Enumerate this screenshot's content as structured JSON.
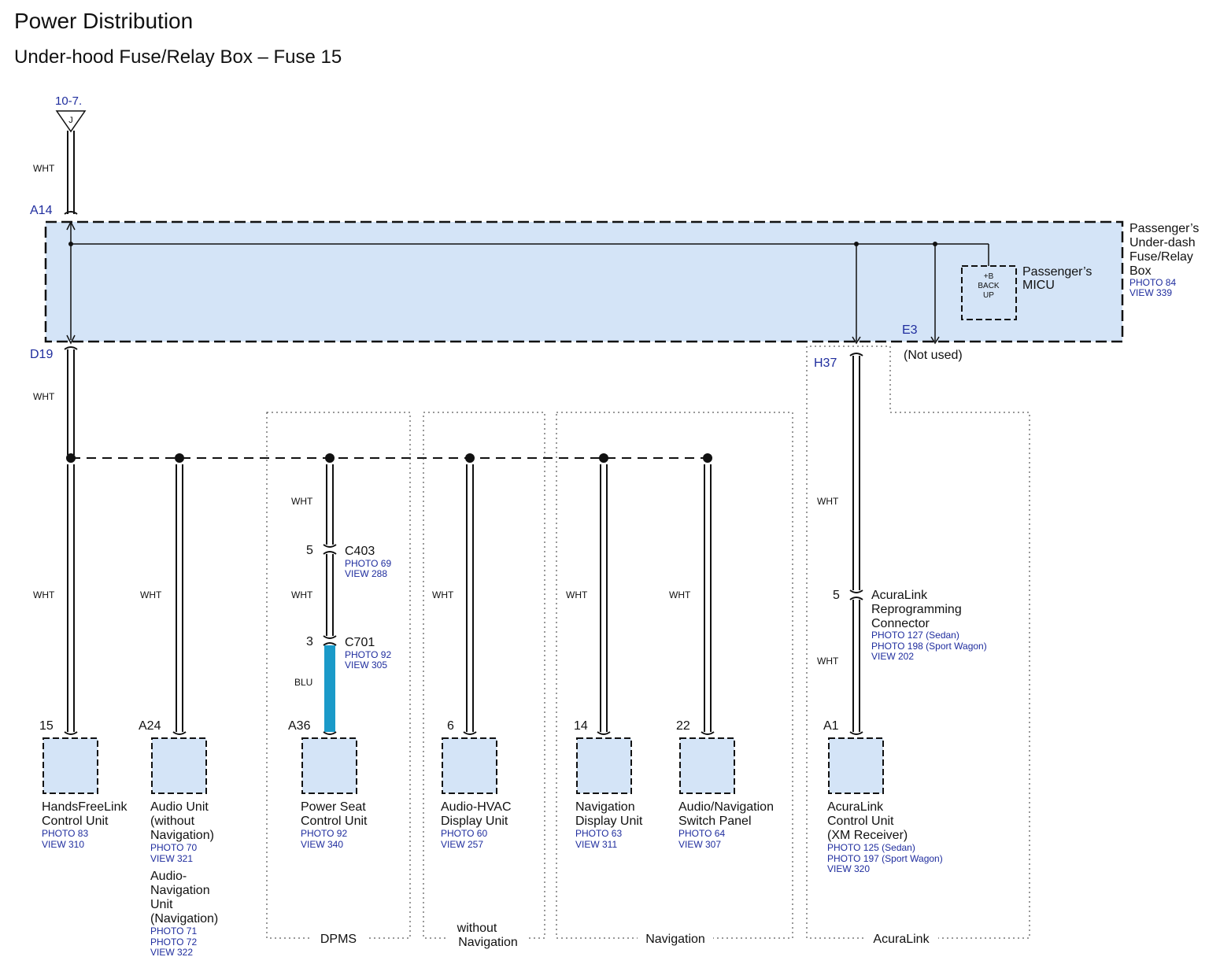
{
  "header": {
    "title": "Power Distribution",
    "subtitle": "Under-hood Fuse/Relay Box – Fuse 15"
  },
  "colors": {
    "box_fill": "#d4e4f7",
    "wire_blue": "#1a9ac9",
    "text_blue": "#1f2d9e",
    "line": "#111111"
  },
  "source": {
    "ref": "10-7.",
    "symbol": "J"
  },
  "wires": {
    "wht": "WHT",
    "blu": "BLU"
  },
  "fuse_box": {
    "name_lines": [
      "Passenger’s",
      "Under-dash",
      "Fuse/Relay",
      "Box"
    ],
    "photo": "PHOTO 84",
    "view": "VIEW 339",
    "pin_in": "A14",
    "pin_out": "D19",
    "pin_e3": "E3",
    "pin_h37": "H37",
    "not_used": "(Not used)"
  },
  "micu": {
    "name_lines": [
      "Passenger’s",
      "MICU"
    ],
    "inner_lines": [
      "+B",
      "BACK",
      "UP"
    ]
  },
  "connectors": {
    "c403": {
      "id": "C403",
      "pin": "5",
      "photo": "PHOTO 69",
      "view": "VIEW 288"
    },
    "c701": {
      "id": "C701",
      "pin": "3",
      "photo": "PHOTO 92",
      "view": "VIEW 305"
    },
    "acuralink": {
      "pin": "5",
      "name_lines": [
        "AcuraLink",
        "Reprogramming",
        "Connector"
      ],
      "refs": [
        "PHOTO 127 (Sedan)",
        "PHOTO 198 (Sport Wagon)",
        "VIEW 202"
      ]
    }
  },
  "components": [
    {
      "pin": "15",
      "name_lines": [
        "HandsFreeLink",
        "Control Unit"
      ],
      "refs": [
        "PHOTO 83",
        "VIEW 310"
      ]
    },
    {
      "pin": "A24",
      "name_lines": [
        "Audio Unit",
        "(without",
        "Navigation)"
      ],
      "refs": [
        "PHOTO 70",
        "VIEW 321"
      ],
      "alt_name_lines": [
        "Audio-",
        "Navigation",
        "Unit",
        "(Navigation)"
      ],
      "alt_refs": [
        "PHOTO 71",
        "PHOTO 72",
        "VIEW 322"
      ]
    },
    {
      "pin": "A36",
      "name_lines": [
        "Power Seat",
        "Control Unit"
      ],
      "refs": [
        "PHOTO 92",
        "VIEW 340"
      ]
    },
    {
      "pin": "6",
      "name_lines": [
        "Audio-HVAC",
        "Display Unit"
      ],
      "refs": [
        "PHOTO 60",
        "VIEW 257"
      ]
    },
    {
      "pin": "14",
      "name_lines": [
        "Navigation",
        "Display Unit"
      ],
      "refs": [
        "PHOTO 63",
        "VIEW 311"
      ]
    },
    {
      "pin": "22",
      "name_lines": [
        "Audio/Navigation",
        "Switch Panel"
      ],
      "refs": [
        "PHOTO 64",
        "VIEW 307"
      ]
    },
    {
      "pin": "A1",
      "name_lines": [
        "AcuraLink",
        "Control Unit",
        "(XM Receiver)"
      ],
      "refs": [
        "PHOTO 125 (Sedan)",
        "PHOTO 197 (Sport Wagon)",
        "VIEW 320"
      ]
    }
  ],
  "option_groups": {
    "dpms": "DPMS",
    "without_nav": [
      "without",
      "Navigation"
    ],
    "navigation": "Navigation",
    "acuralink": "AcuraLink"
  }
}
